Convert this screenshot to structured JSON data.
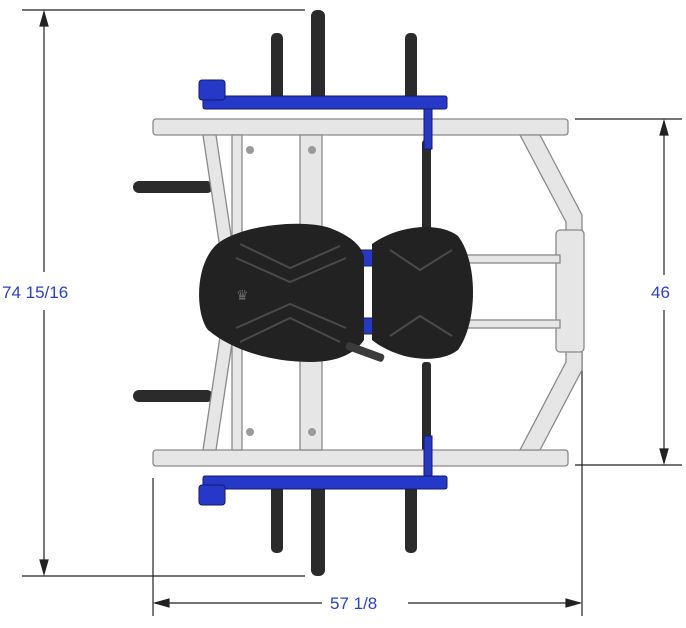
{
  "drawing": {
    "view": "top view",
    "subject": "weight training machine with padded seat, frame rails and weight-plate horns"
  },
  "dimensions": {
    "overall_height": "74 15/16",
    "rail_span": "46",
    "overall_width": "57 1/8"
  },
  "colors": {
    "frame": "#e6e6e6",
    "frame_edge": "#8a8a8a",
    "accent_blue": "#2638c8",
    "pad": "#222222",
    "pad_highlight": "#4a4a4a",
    "plate_horn": "#2b2b2b",
    "dimension_line": "#222222",
    "dimension_text": "#2a3fd0"
  }
}
